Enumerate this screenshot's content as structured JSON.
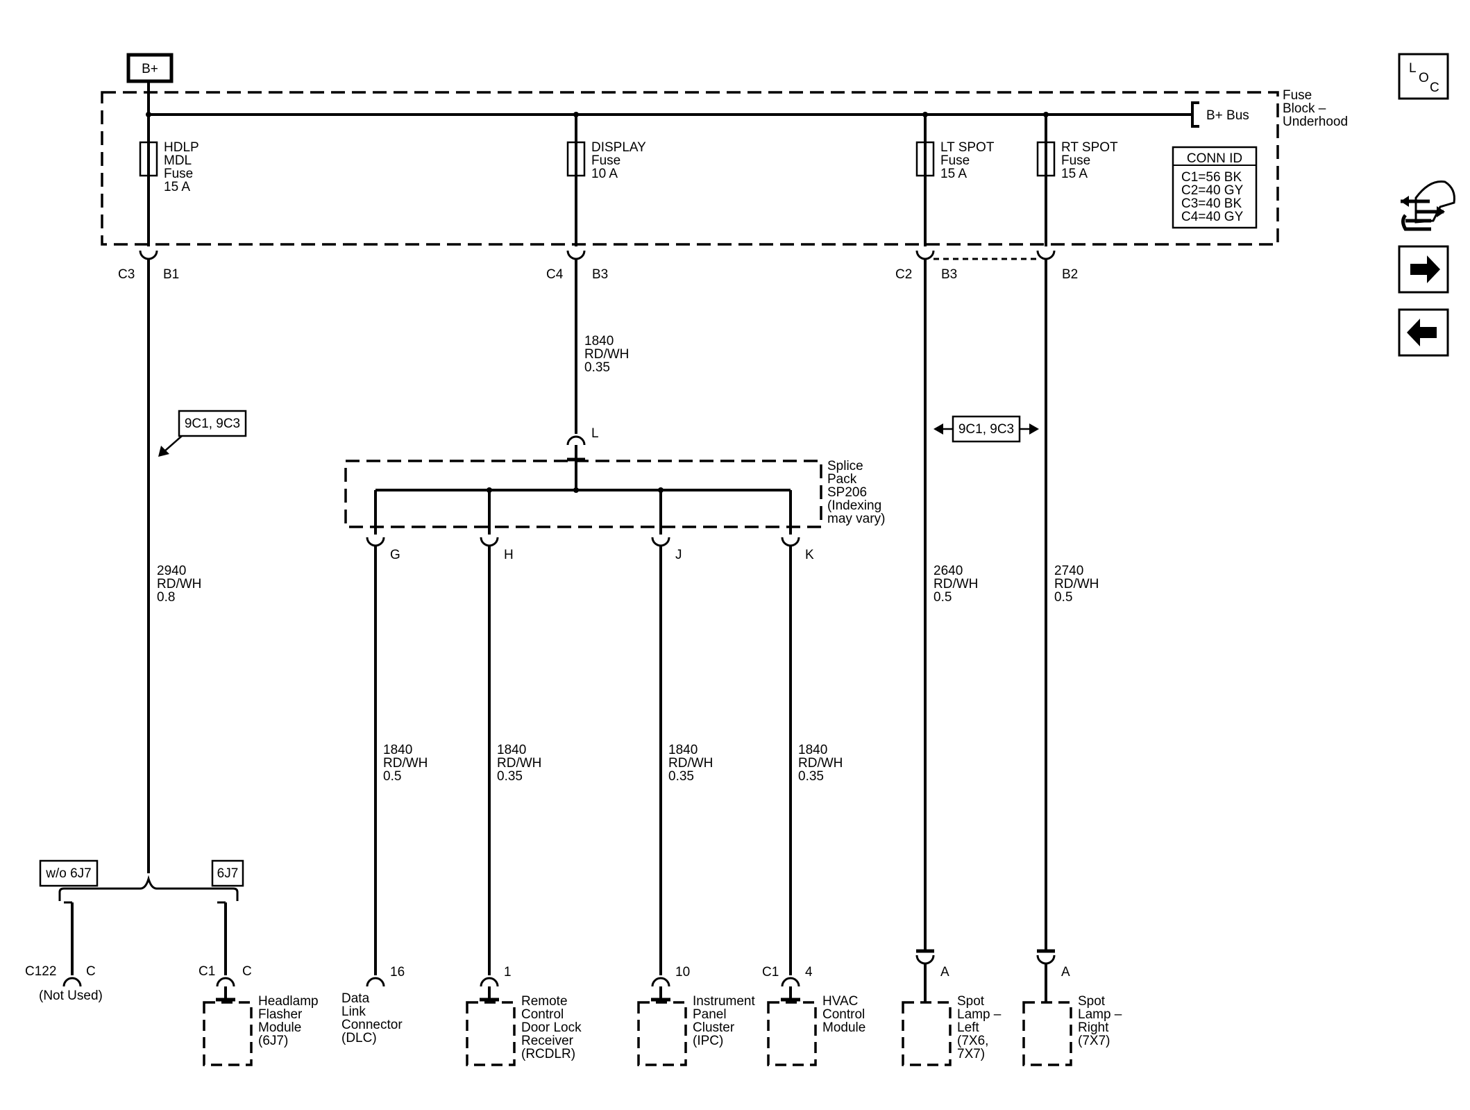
{
  "power": {
    "bplus": "B+",
    "bus": "B+ Bus"
  },
  "fuse_block": {
    "l1": "Fuse",
    "l2": "Block –",
    "l3": "Underhood"
  },
  "fuses": [
    {
      "l1": "HDLP",
      "l2": "MDL",
      "l3": "Fuse",
      "l4": "15 A"
    },
    {
      "l1": "DISPLAY",
      "l2": "Fuse",
      "l3": "10 A"
    },
    {
      "l1": "LT SPOT",
      "l2": "Fuse",
      "l3": "15 A"
    },
    {
      "l1": "RT SPOT",
      "l2": "Fuse",
      "l3": "15 A"
    }
  ],
  "conn_id": {
    "title": "CONN ID",
    "c1": "C1=56 BK",
    "c2": "C2=40 GY",
    "c3": "C3=40 BK",
    "c4": "C4=40 GY"
  },
  "pins": {
    "hdlp_conn": "C3",
    "hdlp_pin": "B1",
    "disp_conn": "C4",
    "disp_pin": "B3",
    "lt_conn": "C2",
    "lt_pin": "B3",
    "rt_pin": "B2",
    "splice_in": "L",
    "g": "G",
    "h": "H",
    "j": "J",
    "k": "K",
    "dlc_pin": "16",
    "rcdlr_pin": "1",
    "ipc_pin": "10",
    "hvac_conn": "C1",
    "hvac_pin": "4",
    "c122": "C122",
    "c122_pin": "C",
    "hfm_conn": "C1",
    "hfm_pin": "C",
    "lt_lamp_pin": "A",
    "rt_lamp_pin": "A"
  },
  "wires": {
    "disp": {
      "c": "1840",
      "col": "RD/WH",
      "g": "0.35"
    },
    "hdlp": {
      "c": "2940",
      "col": "RD/WH",
      "g": "0.8"
    },
    "lt": {
      "c": "2640",
      "col": "RD/WH",
      "g": "0.5"
    },
    "rt": {
      "c": "2740",
      "col": "RD/WH",
      "g": "0.5"
    },
    "g": {
      "c": "1840",
      "col": "RD/WH",
      "g": "0.5"
    },
    "h": {
      "c": "1840",
      "col": "RD/WH",
      "g": "0.35"
    },
    "j": {
      "c": "1840",
      "col": "RD/WH",
      "g": "0.35"
    },
    "k": {
      "c": "1840",
      "col": "RD/WH",
      "g": "0.35"
    }
  },
  "refs": {
    "hdlp": "9C1, 9C3",
    "spot": "9C1, 9C3"
  },
  "splice": {
    "l1": "Splice",
    "l2": "Pack",
    "l3": "SP206",
    "l4": "(Indexing",
    "l5": "may vary)"
  },
  "options": {
    "wo": "w/o 6J7",
    "with": "6J7"
  },
  "not_used": "(Not Used)",
  "components": {
    "hfm": {
      "l1": "Headlamp",
      "l2": "Flasher",
      "l3": "Module",
      "l4": "(6J7)"
    },
    "dlc": {
      "l1": "Data",
      "l2": "Link",
      "l3": "Connector",
      "l4": "(DLC)"
    },
    "rcdlr": {
      "l1": "Remote",
      "l2": "Control",
      "l3": "Door Lock",
      "l4": "Receiver",
      "l5": "(RCDLR)"
    },
    "ipc": {
      "l1": "Instrument",
      "l2": "Panel",
      "l3": "Cluster",
      "l4": "(IPC)"
    },
    "hvac": {
      "l1": "HVAC",
      "l2": "Control",
      "l3": "Module"
    },
    "lt_lamp": {
      "l1": "Spot",
      "l2": "Lamp –",
      "l3": "Left",
      "l4": "(7X6,",
      "l5": "7X7)"
    },
    "rt_lamp": {
      "l1": "Spot",
      "l2": "Lamp –",
      "l3": "Right",
      "l4": "(7X7)"
    }
  },
  "nav": {
    "loc_l": "L",
    "loc_o": "O",
    "loc_c": "C"
  }
}
